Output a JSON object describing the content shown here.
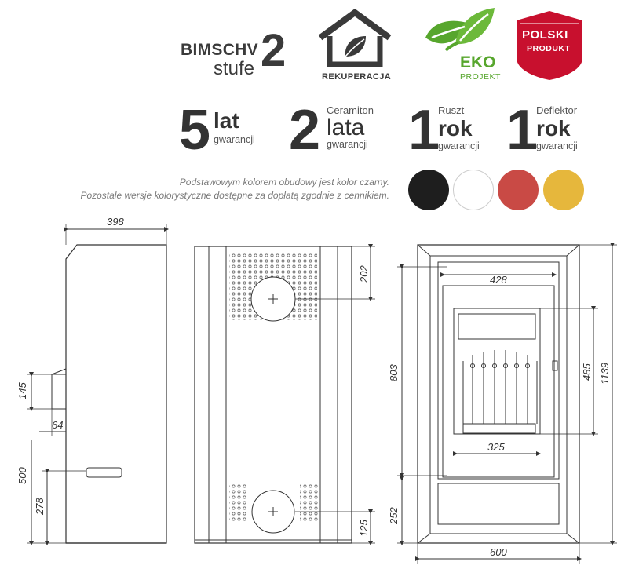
{
  "badges": {
    "bimschv": {
      "word": "BIMSCHV",
      "stufe": "stufe",
      "num": "2"
    },
    "rekuperacja": {
      "label": "REKUPERACJA",
      "icon": "house-leaf-icon"
    },
    "eko": {
      "title": "EKO",
      "sub": "PROJEKT",
      "icon": "leaves-icon",
      "color": "#57a62d"
    },
    "polski": {
      "line1": "POLSKI",
      "line2": "PRODUKT",
      "color": "#c8102e"
    }
  },
  "warranty": [
    {
      "num": "5",
      "big": "lat",
      "small": "gwarancji"
    },
    {
      "num": "2",
      "top": "Ceramiton",
      "mid": "lata",
      "small": "gwarancji"
    },
    {
      "num": "1",
      "top": "Ruszt",
      "big": "rok",
      "small": "gwarancji"
    },
    {
      "num": "1",
      "top": "Deflektor",
      "big": "rok",
      "small": "gwarancji"
    }
  ],
  "color_info": {
    "line1": "Podstawowym kolorem obudowy jest kolor czarny.",
    "line2": "Pozostałe wersje kolorystyczne dostępne za dopłatą zgodnie z cennikiem.",
    "swatches": [
      {
        "name": "black",
        "hex": "#1e1e1e"
      },
      {
        "name": "white",
        "hex": "#ffffff"
      },
      {
        "name": "red",
        "hex": "#c94a45"
      },
      {
        "name": "yellow",
        "hex": "#e6b73c"
      }
    ]
  },
  "dimensions": {
    "side_width": "398",
    "side_h1": "145",
    "side_depth": "64",
    "side_h2": "500",
    "side_h3": "278",
    "back_top": "202",
    "back_bottom": "125",
    "front_inner_width": "428",
    "front_door_height": "485",
    "front_grate_width": "325",
    "front_left_height": "803",
    "front_total_height": "1139",
    "front_bottom": "252",
    "front_width": "600"
  }
}
